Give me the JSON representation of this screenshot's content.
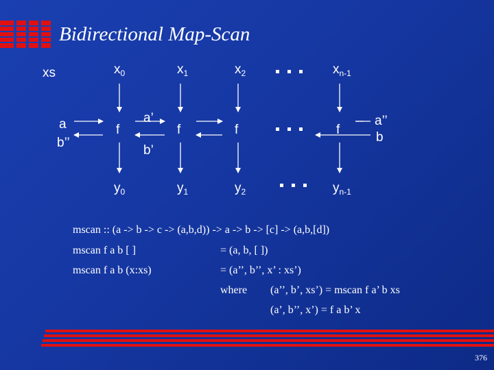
{
  "title": "Bidirectional Map-Scan",
  "diagram": {
    "input_label": "xs",
    "inputs": [
      {
        "base": "x",
        "sub": "0"
      },
      {
        "base": "x",
        "sub": "1"
      },
      {
        "base": "x",
        "sub": "2"
      },
      {
        "base": "x",
        "sub": "n-1"
      }
    ],
    "outputs": [
      {
        "base": "y",
        "sub": "0"
      },
      {
        "base": "y",
        "sub": "1"
      },
      {
        "base": "y",
        "sub": "2"
      },
      {
        "base": "y",
        "sub": "n-1"
      }
    ],
    "function_label": "f",
    "left_in": "a",
    "left_out": "b’’",
    "mid_right": "a’",
    "mid_left": "b’",
    "right_out": "a’’",
    "right_in": "b"
  },
  "code_lines": {
    "sig": "mscan  ::  (a -> b -> c -> (a,b,d)) -> a -> b -> [c] -> (a,b,[d])",
    "base_lhs": "mscan  f  a  b  [ ]",
    "base_rhs": "=  (a,  b,  [ ])",
    "rec_lhs": "mscan  f  a  b  (x:xs)",
    "rec_rhs": "=  (a’’, b’’, x’ : xs’)",
    "where_kw": "where",
    "where_1": "(a’’, b’, xs’) = mscan  f  a’  b  xs",
    "where_2": "(a’, b’’, x’)  = f  a  b’  x"
  },
  "page_number": "376",
  "colors": {
    "background": "#1a3fb0",
    "logo_accent": "#e01010",
    "rule_red": "#e01010"
  }
}
